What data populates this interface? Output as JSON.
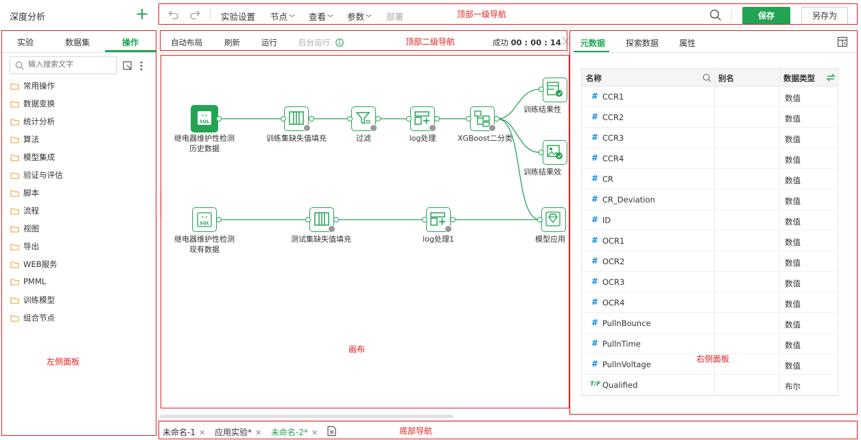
{
  "app_title": "深度分析",
  "left_panel": {
    "tabs": [
      "实验",
      "数据集",
      "操作"
    ],
    "active_tab": 2,
    "search_placeholder": "输入搜索文字",
    "folders": [
      "常用操作",
      "数据变换",
      "统计分析",
      "算法",
      "模型集成",
      "验证与评估",
      "脚本",
      "流程",
      "视图",
      "导出",
      "WEB服务",
      "PMML",
      "训练模型",
      "组合节点"
    ]
  },
  "top_nav": {
    "items": [
      {
        "label": "实验设置",
        "dropdown": false,
        "disabled": false
      },
      {
        "label": "节点",
        "dropdown": true,
        "disabled": false
      },
      {
        "label": "查看",
        "dropdown": true,
        "disabled": false
      },
      {
        "label": "参数",
        "dropdown": true,
        "disabled": false
      },
      {
        "label": "部署",
        "dropdown": false,
        "disabled": true
      }
    ],
    "save_label": "保存",
    "save_as_label": "另存为"
  },
  "second_nav": {
    "items": [
      {
        "label": "自动布局",
        "disabled": false
      },
      {
        "label": "刷新",
        "disabled": false
      },
      {
        "label": "运行",
        "disabled": false
      },
      {
        "label": "后台运行",
        "disabled": true
      }
    ],
    "status_label": "成功",
    "status_time": "00 : 00 : 14"
  },
  "canvas": {
    "nodes": [
      {
        "id": "n1",
        "label": "继电器维护性检测\n历史数据",
        "icon": "sql-icon",
        "selected": true
      },
      {
        "id": "n2",
        "label": "训练集缺失值填充",
        "icon": "fill-missing-icon"
      },
      {
        "id": "n3",
        "label": "过滤",
        "icon": "filter-icon"
      },
      {
        "id": "n4",
        "label": "log处理",
        "icon": "log-transform-icon"
      },
      {
        "id": "n5",
        "label": "XGBoost二分类",
        "icon": "xgboost-icon"
      },
      {
        "id": "n6",
        "label": "训练结果性",
        "icon": "result-table-icon"
      },
      {
        "id": "n7",
        "label": "训练结果效",
        "icon": "result-image-icon"
      },
      {
        "id": "n8",
        "label": "继电器维护性检测\n现有数据",
        "icon": "sql-icon"
      },
      {
        "id": "n9",
        "label": "测试集缺失值填充",
        "icon": "fill-missing-icon"
      },
      {
        "id": "n10",
        "label": "log处理1",
        "icon": "log-transform-icon"
      },
      {
        "id": "n11",
        "label": "模型应用",
        "icon": "model-apply-icon"
      }
    ]
  },
  "right_panel": {
    "tabs": [
      "元数据",
      "探索数据",
      "属性"
    ],
    "active_tab": 0,
    "columns": [
      "名称",
      "别名",
      "数据类型"
    ],
    "rows": [
      {
        "type": "numeric",
        "name": "CCR1",
        "alias": "",
        "dtype": "数值"
      },
      {
        "type": "numeric",
        "name": "CCR2",
        "alias": "",
        "dtype": "数值"
      },
      {
        "type": "numeric",
        "name": "CCR3",
        "alias": "",
        "dtype": "数值"
      },
      {
        "type": "numeric",
        "name": "CCR4",
        "alias": "",
        "dtype": "数值"
      },
      {
        "type": "numeric",
        "name": "CR",
        "alias": "",
        "dtype": "数值"
      },
      {
        "type": "numeric",
        "name": "CR_Deviation",
        "alias": "",
        "dtype": "数值"
      },
      {
        "type": "numeric",
        "name": "ID",
        "alias": "",
        "dtype": "数值"
      },
      {
        "type": "numeric",
        "name": "OCR1",
        "alias": "",
        "dtype": "数值"
      },
      {
        "type": "numeric",
        "name": "OCR2",
        "alias": "",
        "dtype": "数值"
      },
      {
        "type": "numeric",
        "name": "OCR3",
        "alias": "",
        "dtype": "数值"
      },
      {
        "type": "numeric",
        "name": "OCR4",
        "alias": "",
        "dtype": "数值"
      },
      {
        "type": "numeric",
        "name": "PullnBounce",
        "alias": "",
        "dtype": "数值"
      },
      {
        "type": "numeric",
        "name": "PullnTime",
        "alias": "",
        "dtype": "数值"
      },
      {
        "type": "numeric",
        "name": "PullnVoltage",
        "alias": "",
        "dtype": "数值"
      },
      {
        "type": "boolean",
        "name": "Qualified",
        "alias": "",
        "dtype": "布尔"
      }
    ]
  },
  "bottom_tabs": [
    {
      "label": "未命名-1",
      "active": false
    },
    {
      "label": "应用实验*",
      "active": false
    },
    {
      "label": "未命名-2*",
      "active": true
    }
  ],
  "annotations": {
    "top_nav": "顶部一级导航",
    "second_nav": "顶部二级导航",
    "left_panel": "左侧面板",
    "canvas": "画布",
    "right_panel": "右侧面板",
    "bottom_nav": "底部导航"
  },
  "colors": {
    "accent": "#23a455",
    "annotation": "#e02020",
    "type_icon": "#1a8cd8"
  }
}
